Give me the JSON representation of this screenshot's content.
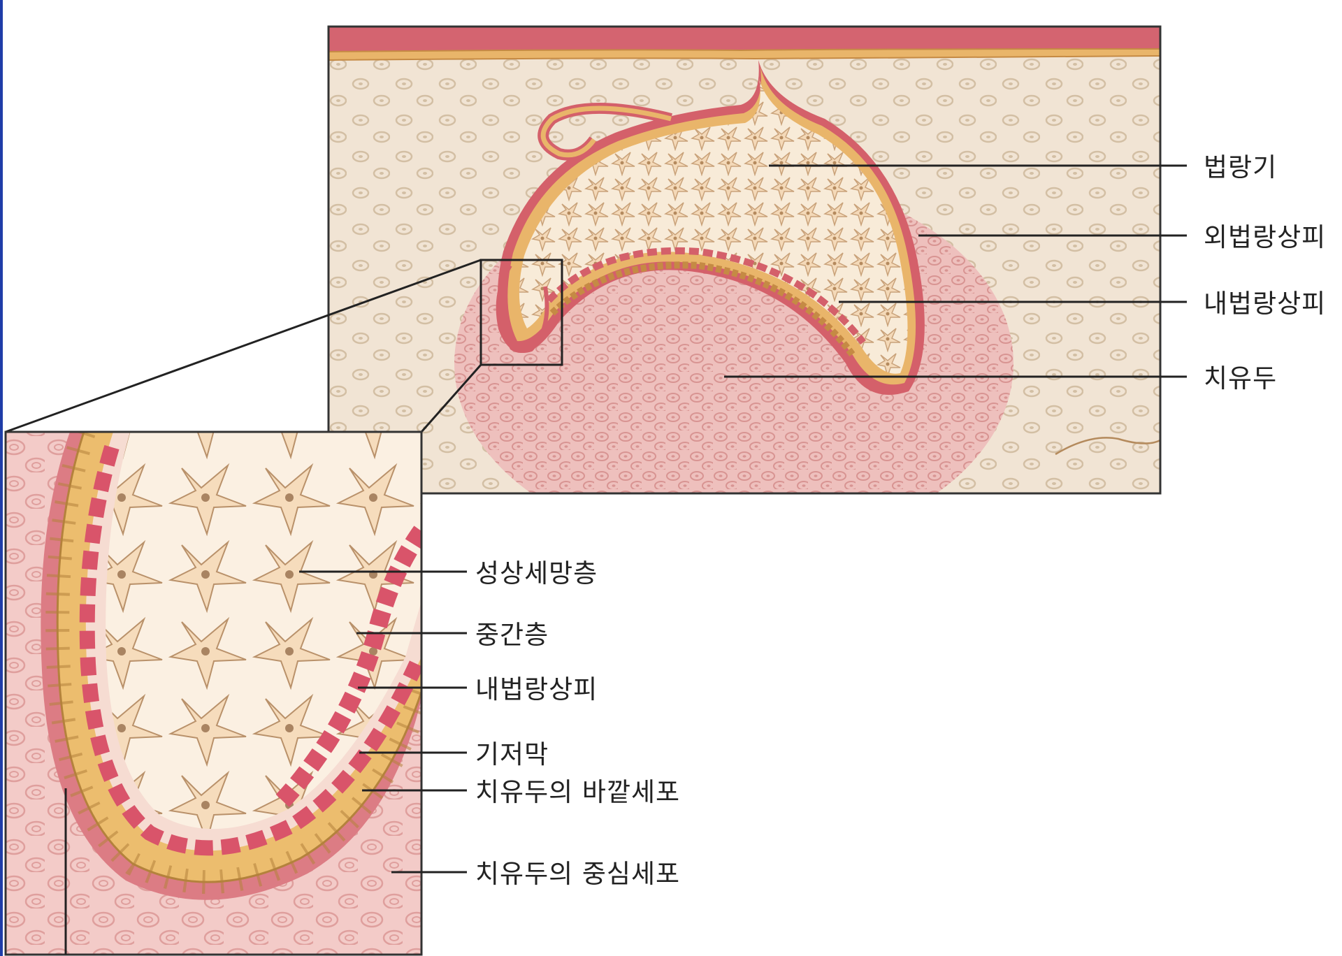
{
  "labels": {
    "enamel_organ": "법랑기",
    "outer_enamel_epithelium": "외법랑상피",
    "inner_enamel_epithelium": "내법랑상피",
    "dental_papilla": "치유두",
    "stellate_reticulum": "성상세망층",
    "stratum_intermedium": "중간층",
    "inner_enamel_epithelium_detail": "내법랑상피",
    "basement_membrane": "기저막",
    "papilla_outer_cells": "치유두의 바깥세포",
    "papilla_central_cells": "치유두의 중심세포"
  },
  "colors": {
    "mesenchyme": "#f1e4d4",
    "mesenchyme_cell": "#d9c4a8",
    "papilla": "#eec0bd",
    "papilla_cell": "#d89a98",
    "epithelium_red": "#d4606a",
    "epithelium_yellow": "#e9b56a",
    "stellate": "#f8ebd8",
    "stellate_cell": "#f2cfa8",
    "leader": "#222222",
    "edge": "#1f3da8"
  }
}
